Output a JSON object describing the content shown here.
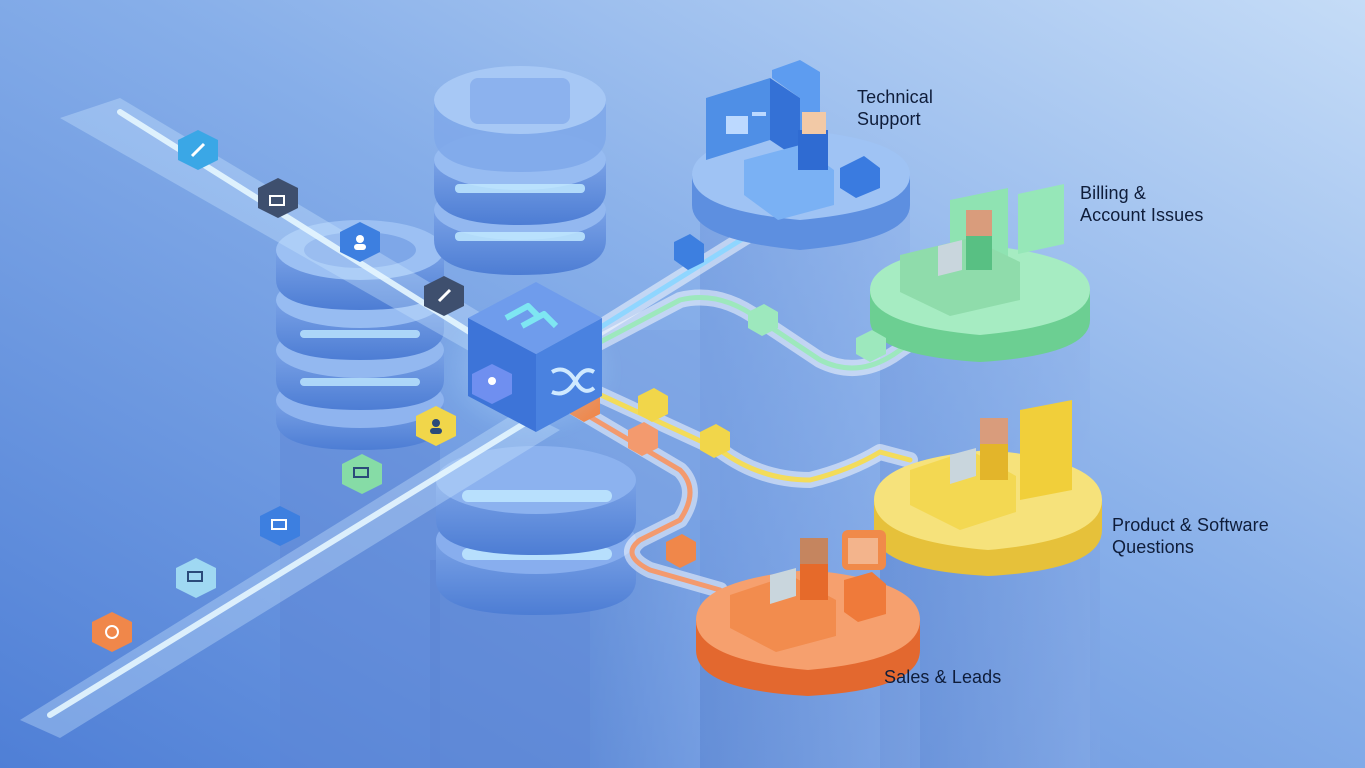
{
  "departments": {
    "technical_support": {
      "label": "Technical\nSupport",
      "color": "#4f8fe6"
    },
    "billing": {
      "label": "Billing &\nAccount Issues",
      "color": "#86dca6"
    },
    "product": {
      "label": "Product & Software\nQuestions",
      "color": "#f1d64a"
    },
    "sales": {
      "label": "Sales & Leads",
      "color": "#f0874a"
    }
  },
  "router": {
    "icons": [
      "chevron-right-icon",
      "shuffle-icon"
    ]
  },
  "queue_tickets": [
    {
      "color": "#f0874a",
      "icon": "gear-icon"
    },
    {
      "color": "#9fd8f2",
      "icon": "monitor-wrench-icon"
    },
    {
      "color": "#3d7fe0",
      "icon": "monitor-icon"
    },
    {
      "color": "#86dca6",
      "icon": "monitor-icon"
    },
    {
      "color": "#f1d64a",
      "icon": "person-icon"
    },
    {
      "color": "#6f8ff0",
      "icon": "person-wrench-icon"
    },
    {
      "color": "#3e4f6e",
      "icon": "gear-wrench-icon"
    },
    {
      "color": "#3d7fe0",
      "icon": "person-icon"
    },
    {
      "color": "#3e4f6e",
      "icon": "person-monitor-icon"
    },
    {
      "color": "#3aa7e6",
      "icon": "wrench-icon"
    }
  ]
}
